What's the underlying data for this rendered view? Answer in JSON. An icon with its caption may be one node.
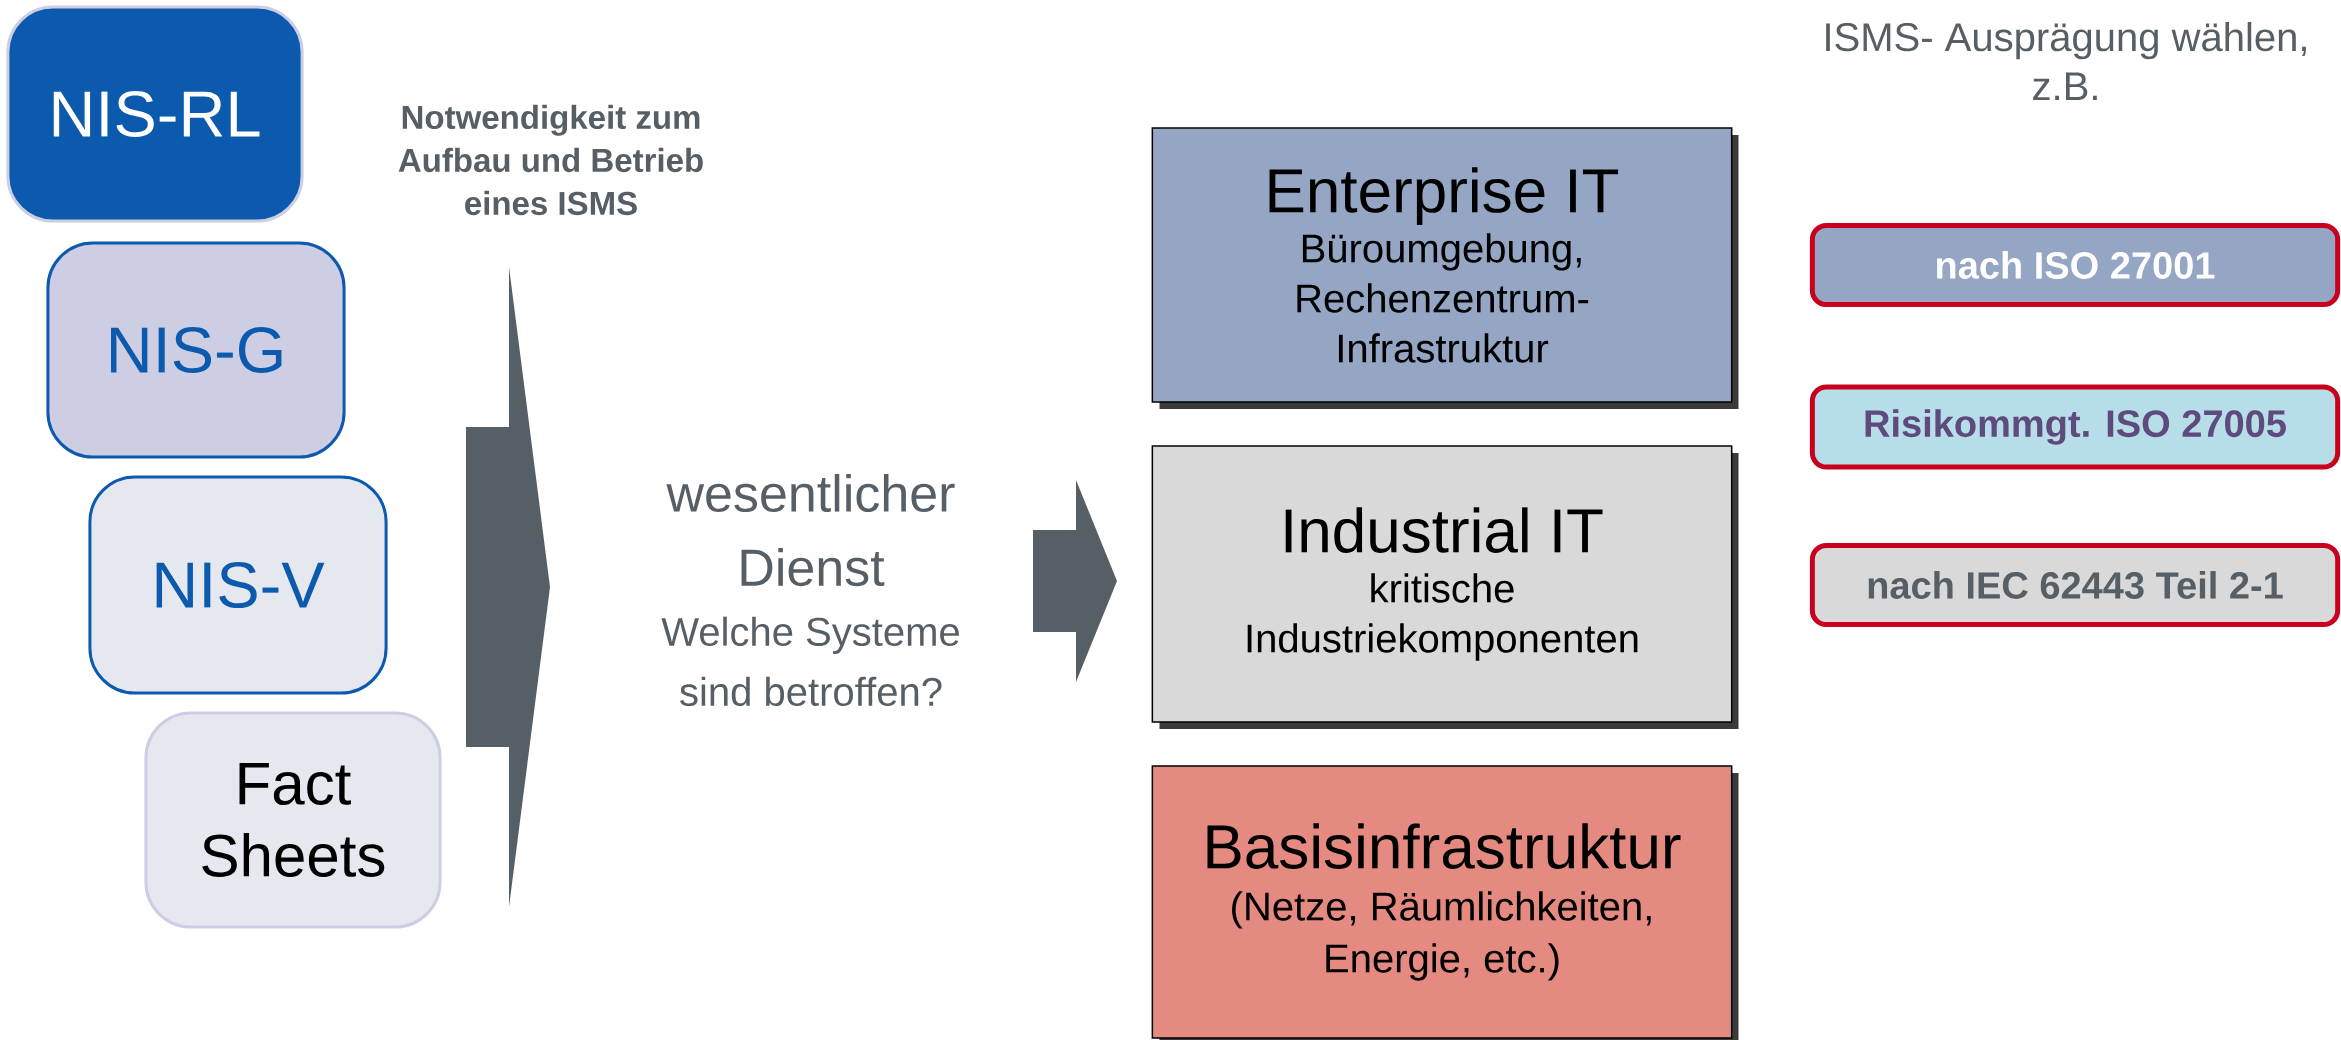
{
  "diagram": {
    "nodes": [
      {
        "text": [
          "NIS-RL"
        ]
      },
      {
        "text": [
          "NIS-G"
        ]
      },
      {
        "text": [
          "NIS-V"
        ]
      },
      {
        "text": [
          "Fact Sheets"
        ]
      },
      {
        "text": [
          "wesentlicher Dienst",
          "Welche Systeme sind betroffen?"
        ]
      },
      {
        "text": [
          "Enterprise IT",
          "Büroumgebung, Rechenzentrum- Infrastruktur"
        ]
      },
      {
        "text": [
          "Industrial IT",
          "kritische Industriekomponenten"
        ]
      },
      {
        "text": [
          "Basisinfrastruktur",
          "(Netze, Räumlichkeiten, Energie, etc.)"
        ]
      },
      {
        "text": [
          "nach ISO 27001"
        ]
      },
      {
        "text": [
          "Risikommgt. ISO 27005"
        ]
      },
      {
        "text": [
          "nach IEC 62443 Teil 2-1"
        ]
      }
    ],
    "edges": [
      {
        "from": 0,
        "to": 4,
        "arrow": "to"
      },
      {
        "from": 1,
        "to": 4,
        "arrow": "to"
      },
      {
        "from": 2,
        "to": 4,
        "arrow": "to"
      },
      {
        "from": 3,
        "to": 4,
        "arrow": "to"
      },
      {
        "from": 4,
        "to": 6,
        "arrow": "to"
      }
    ],
    "labels": [
      "Notwendigkeit zum Aufbau und Betrieb eines ISMS",
      "ISMS- Ausprägung wählen, z.B."
    ]
  }
}
